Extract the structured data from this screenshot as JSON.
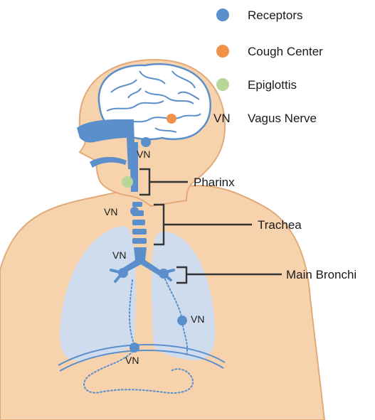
{
  "colors": {
    "receptor": "#5b8fcc",
    "cough_center": "#f0924a",
    "epiglottis": "#b9d69a",
    "skin": "#f7d3ad",
    "skin_outline": "#e3a978",
    "brain_fill": "#ffffff",
    "brain_line": "#5b8fcc",
    "lung": "#cfdcee",
    "airway": "#5b8fcc",
    "nerve": "#5b8fcc"
  },
  "legend": [
    {
      "marker": "circle",
      "color_key": "receptor",
      "label": "Receptors"
    },
    {
      "marker": "circle",
      "color_key": "cough_center",
      "label": "Cough Center"
    },
    {
      "marker": "circle",
      "color_key": "epiglottis",
      "label": "Epiglottis"
    },
    {
      "marker": "text",
      "abbr": "VN",
      "label": "Vagus Nerve"
    }
  ],
  "parts": {
    "pharynx": "Pharinx",
    "trachea": "Trachea",
    "main_bronchi": "Main Bronchi"
  },
  "vn_label": "VN"
}
